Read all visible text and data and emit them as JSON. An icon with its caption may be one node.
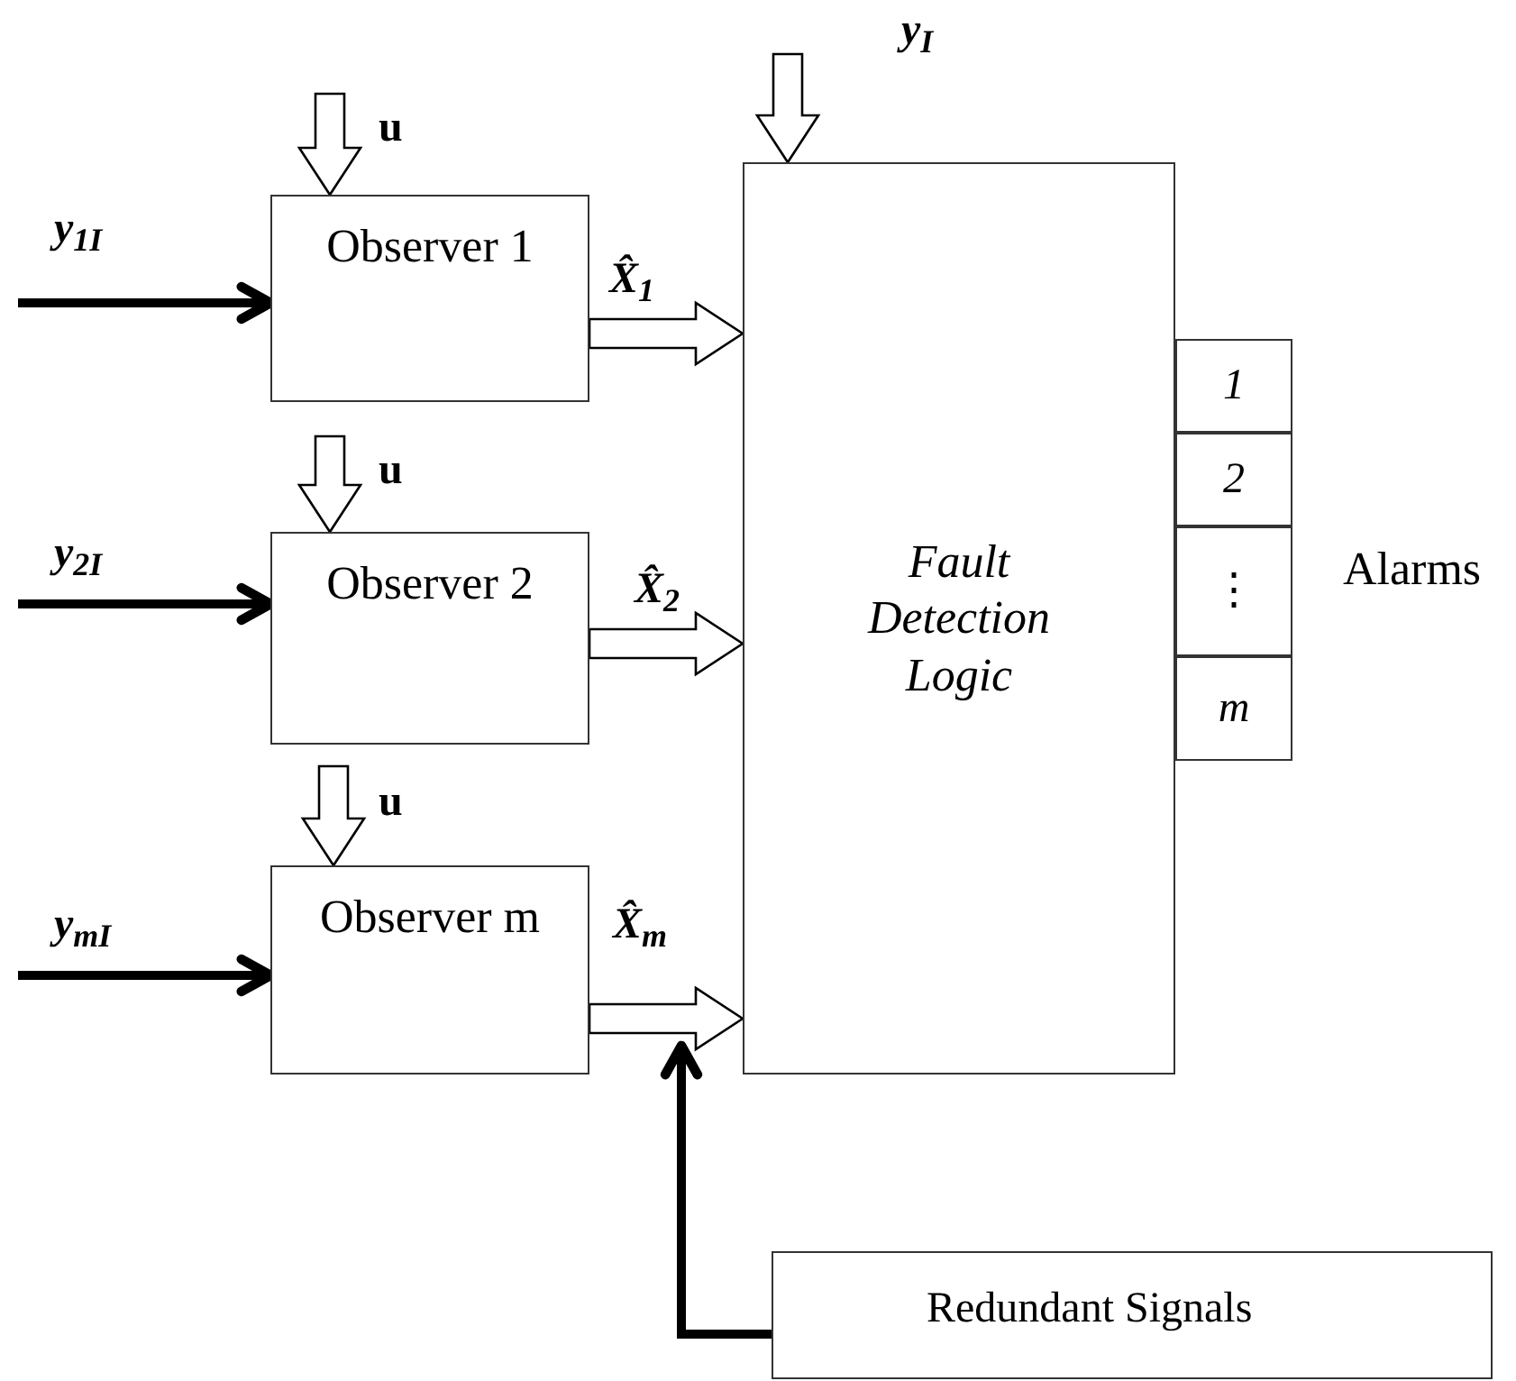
{
  "diagram": {
    "nodes": [
      {
        "text": [
          "Observer 1"
        ]
      },
      {
        "text": [
          "Observer 2"
        ]
      },
      {
        "text": [
          "Observer m"
        ]
      },
      {
        "text": [
          "Fault Detection Logic"
        ]
      },
      {
        "text": [
          "1"
        ]
      },
      {
        "text": [
          "2"
        ]
      },
      {
        "text": [
          "⋮"
        ]
      },
      {
        "text": [
          "m"
        ]
      },
      {
        "text": [
          "Redundant Signals"
        ]
      }
    ],
    "edges": [
      {
        "from": null,
        "to": 0,
        "arrow": "to",
        "label": "u",
        "style": "thick"
      },
      {
        "from": null,
        "to": 0,
        "arrow": "to",
        "label": "y$_{1I}$"
      },
      {
        "from": 0,
        "to": 3,
        "arrow": "to",
        "label": "X̂$_{1}$",
        "style": "thick"
      },
      {
        "from": null,
        "to": 1,
        "arrow": "to",
        "label": "u",
        "style": "thick"
      },
      {
        "from": null,
        "to": 1,
        "arrow": "to",
        "label": "y$_{2I}$"
      },
      {
        "from": 1,
        "to": 3,
        "arrow": "to",
        "label": "X̂$_{2}$",
        "style": "thick"
      },
      {
        "from": null,
        "to": 2,
        "arrow": "to",
        "label": "u",
        "style": "thick"
      },
      {
        "from": null,
        "to": 2,
        "arrow": "to",
        "label": "y$_{mI}$"
      },
      {
        "from": 2,
        "to": 3,
        "arrow": "to",
        "label": "X̂$_{m}$",
        "style": "thick"
      },
      {
        "from": null,
        "to": 3,
        "arrow": "to",
        "label": "y$_{I}$",
        "style": "thick"
      },
      {
        "from": 8,
        "to": 3,
        "arrow": "to"
      }
    ],
    "labels": [
      "Alarms"
    ]
  }
}
